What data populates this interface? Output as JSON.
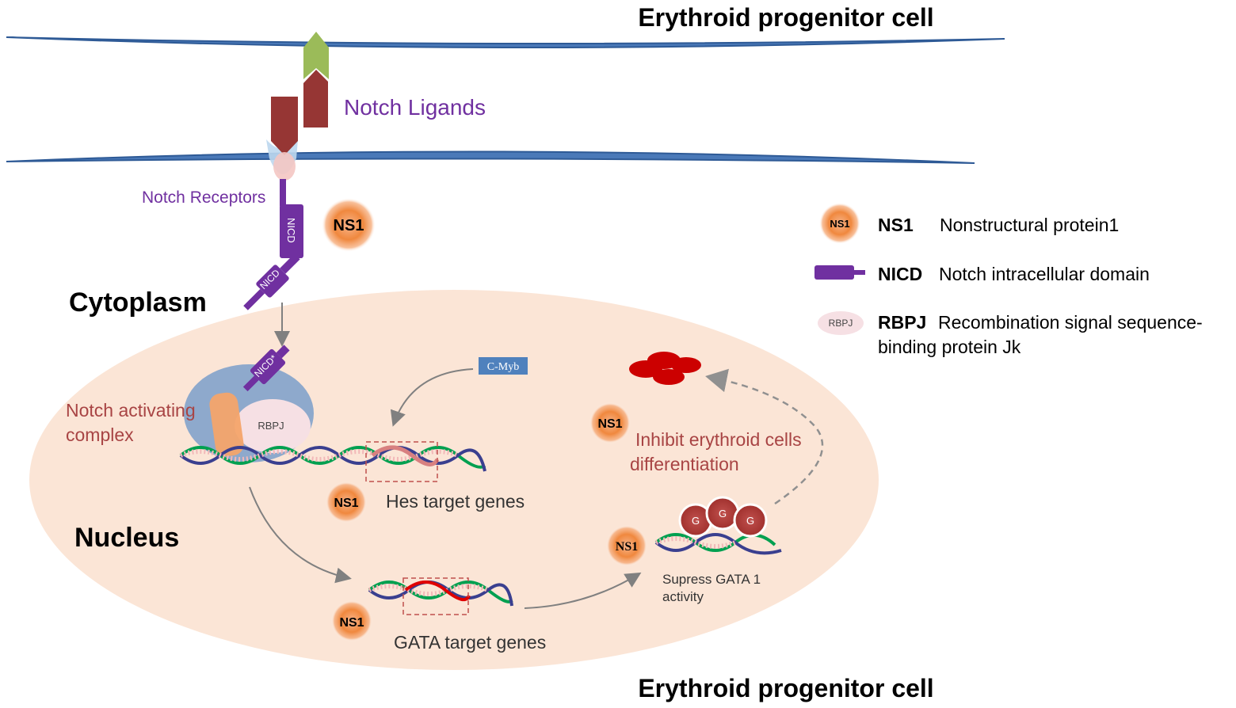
{
  "title_top": "Erythroid progenitor cell",
  "title_bottom": "Erythroid progenitor cell",
  "labels": {
    "notch_ligands": "Notch Ligands",
    "notch_receptors": "Notch Receptors",
    "cytoplasm": "Cytoplasm",
    "nucleus": "Nucleus",
    "notch_activating_line1": "Notch activating",
    "notch_activating_line2": "complex",
    "hes_target_genes": "Hes target genes",
    "gata_target_genes": "GATA target genes",
    "inhibit_line1": "Inhibit erythroid cells",
    "inhibit_line2": "differentiation",
    "supress_line1": "Supress GATA 1",
    "supress_line2": "activity",
    "cmyb": "C-Myb",
    "nicd": "NICD",
    "nicd_star": "NICD*",
    "rbpj": "RBPJ",
    "ns1": "NS1",
    "g": "G"
  },
  "legend": {
    "items": [
      {
        "abbr": "NS1",
        "desc": "Nonstructural protein1",
        "icon_label": "NS1"
      },
      {
        "abbr": "NICD",
        "desc": "Notch intracellular domain"
      },
      {
        "abbr": "RBPJ",
        "desc_line1": "Recombination signal sequence-",
        "desc_line2": "binding protein Jk",
        "icon_label": "RBPJ"
      }
    ]
  },
  "colors": {
    "membrane": "#3e6aa8",
    "nucleus_fill": "#fbe5d6",
    "purple": "#7030a0",
    "label_red": "#a84444",
    "ligand_red": "#963634",
    "ligand_green": "#9bbb59",
    "cmyb_box": "#4f81bd",
    "blood_cell": "#cc0000"
  }
}
